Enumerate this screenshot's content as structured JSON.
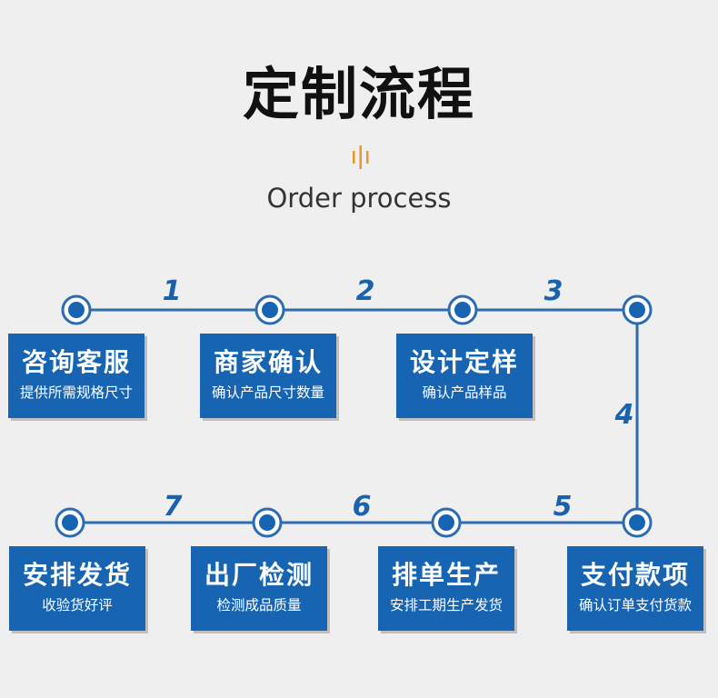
{
  "header": {
    "title": "定制流程",
    "subtitle": "Order process"
  },
  "colors": {
    "accent_blue": "#1764b3",
    "number_blue": "#1a62ad",
    "line_blue": "#2d6cb0",
    "mark_orange": "#e8962e",
    "background": "#efefef"
  },
  "steps": [
    {
      "title": "咨询客服",
      "desc": "提供所需规格尺寸"
    },
    {
      "title": "商家确认",
      "desc": "确认产品尺寸数量"
    },
    {
      "title": "设计定样",
      "desc": "确认产品样品"
    },
    {
      "title": "支付款项",
      "desc": "确认订单支付货款"
    },
    {
      "title": "排单生产",
      "desc": "安排工期生产发货"
    },
    {
      "title": "出厂检测",
      "desc": "检测成品质量"
    },
    {
      "title": "安排发货",
      "desc": "收验货好评"
    }
  ],
  "connector_numbers": [
    "1",
    "2",
    "3",
    "4",
    "5",
    "6",
    "7"
  ]
}
